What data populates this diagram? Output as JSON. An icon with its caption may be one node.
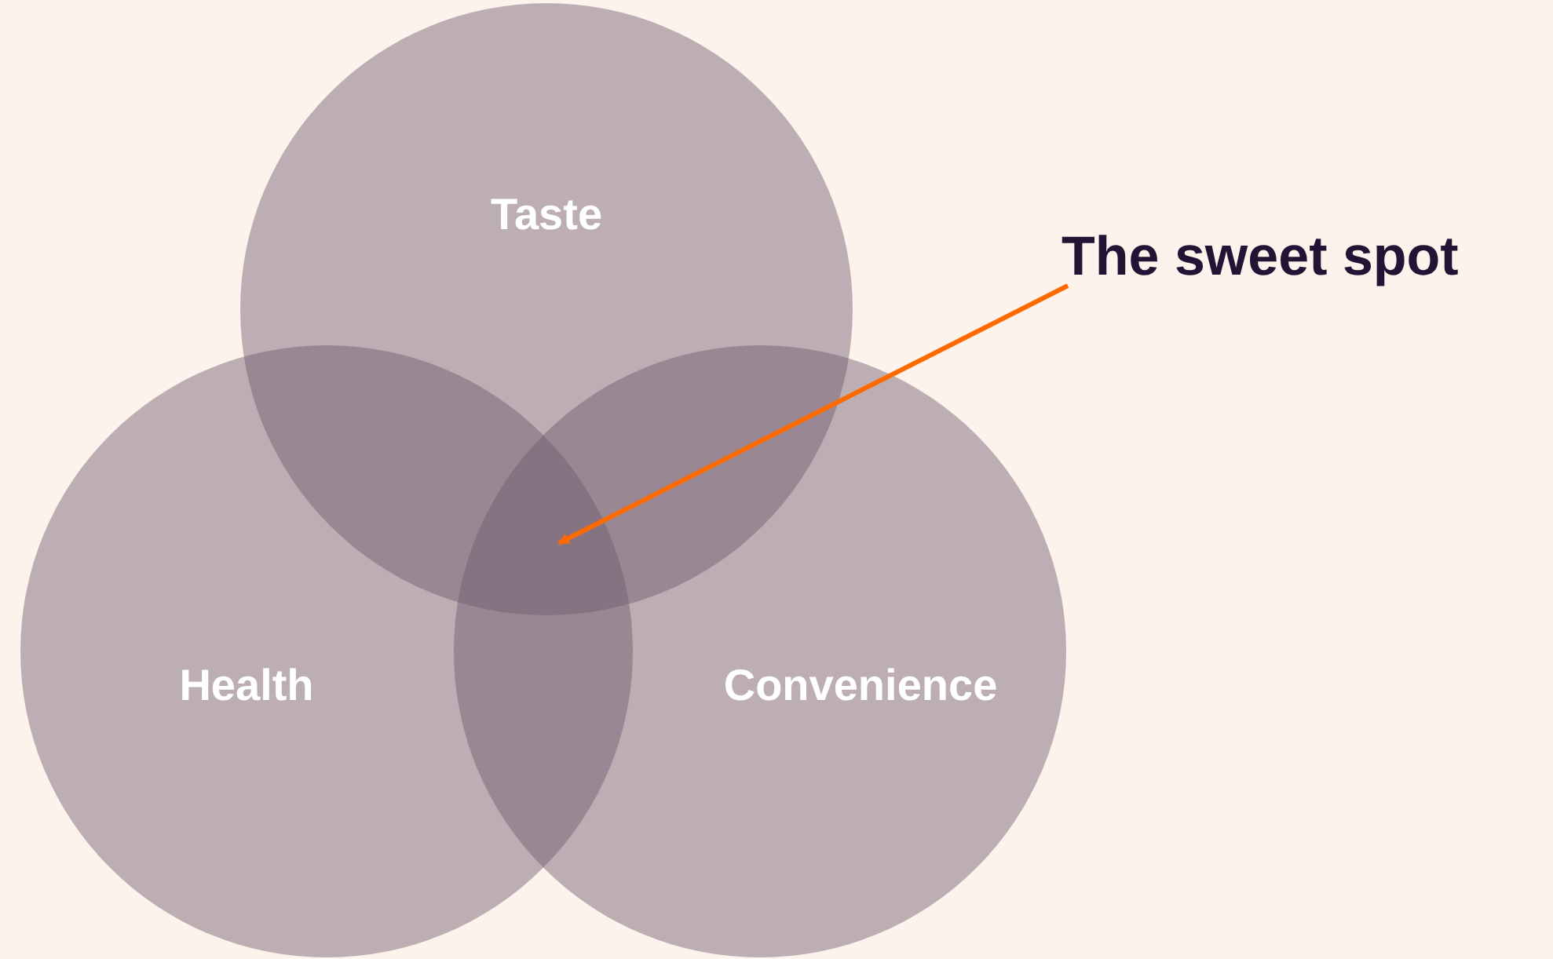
{
  "diagram": {
    "nodes": [
      {
        "text": [
          "Taste"
        ]
      },
      {
        "text": [
          "Health"
        ]
      },
      {
        "text": [
          "Convenience"
        ]
      },
      {
        "text": [
          "The sweet spot"
        ]
      }
    ],
    "edges": [
      {
        "from": 3,
        "to": 0,
        "arrow": "to"
      }
    ]
  }
}
